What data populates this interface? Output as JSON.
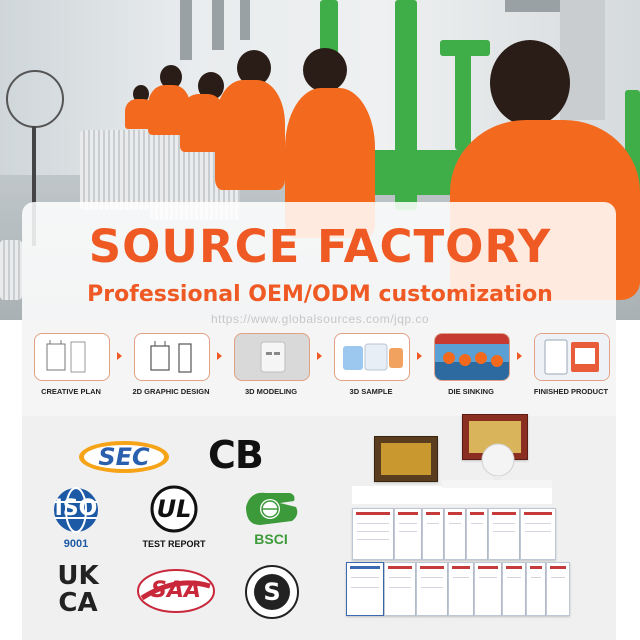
{
  "hero": {
    "title": "SOURCE FACTORY",
    "subtitle": "Professional OEM/ODM customization",
    "watermark": "https://www.globalsources.com/jqp.co"
  },
  "process_steps": [
    {
      "label": "CREATIVE PLAN",
      "icon": "charger-sketch-icon"
    },
    {
      "label": "2D GRAPHIC DESIGN",
      "icon": "charger-outline-icon"
    },
    {
      "label": "3D MODELING",
      "icon": "charger-3d-icon"
    },
    {
      "label": "3D SAMPLE",
      "icon": "charger-sample-icon"
    },
    {
      "label": "DIE SINKING",
      "icon": "die-sinking-photo-icon"
    },
    {
      "label": "FINISHED PRODUCT",
      "icon": "finished-product-icon"
    }
  ],
  "certifications": {
    "sec": "SEC",
    "cb": "CB",
    "iso": "ISO",
    "iso_number": "9001",
    "ul": "UL",
    "ul_caption": "TEST REPORT",
    "bsci": "BSCI",
    "ukca_top": "UK",
    "ukca_bottom": "CA",
    "saa": "SAA",
    "s_mark": "S"
  },
  "colors": {
    "accent": "#ef5a24",
    "sec_blue": "#2a5fae",
    "bsci_green": "#3d9a3a",
    "iso_blue": "#1d5aa6"
  }
}
